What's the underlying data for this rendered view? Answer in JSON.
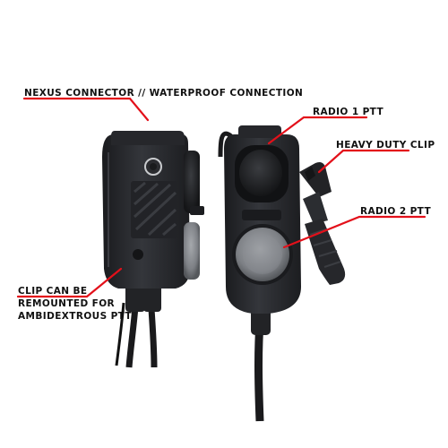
{
  "callouts": {
    "nexus": "NEXUS CONNECTOR // WATERPROOF CONNECTION",
    "radio1": "RADIO 1 PTT",
    "clip": "HEAVY DUTY CLIP",
    "radio2": "RADIO 2 PTT",
    "remount": [
      "CLIP CAN BE",
      "REMOUNTED FOR",
      "AMBIDEXTROUS PTT"
    ]
  },
  "colors": {
    "leader": "#e3101a",
    "body": "#2b2d31",
    "body_dark": "#1c1d20",
    "button_grey": "#8c8f94",
    "label": "#111111"
  }
}
